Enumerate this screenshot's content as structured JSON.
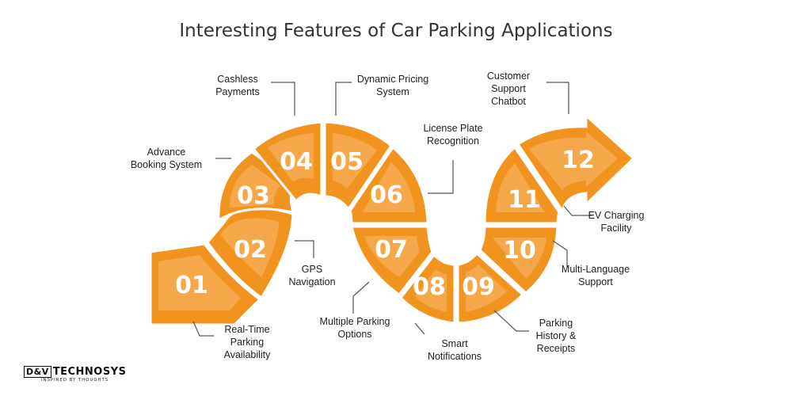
{
  "title": "Interesting Features of Car Parking Applications",
  "colors": {
    "primary": "#f0941f",
    "light": "#f6b15c",
    "text": "#222222"
  },
  "segments": [
    {
      "number": "01",
      "label": "Real-Time Parking Availability"
    },
    {
      "number": "02",
      "label": "GPS Navigation"
    },
    {
      "number": "03",
      "label": "Advance Booking System"
    },
    {
      "number": "04",
      "label": "Cashless Payments"
    },
    {
      "number": "05",
      "label": "Dynamic Pricing System"
    },
    {
      "number": "06",
      "label": "License Plate Recognition"
    },
    {
      "number": "07",
      "label": "Multiple Parking Options"
    },
    {
      "number": "08",
      "label": "Smart Notifications"
    },
    {
      "number": "09",
      "label": "Parking History & Receipts"
    },
    {
      "number": "10",
      "label": "Multi-Language Support"
    },
    {
      "number": "11",
      "label": "EV Charging Facility"
    },
    {
      "number": "12",
      "label": "Customer Support Chatbot"
    }
  ],
  "logo": {
    "brand": "TECHNOSYS",
    "badge": "D&V",
    "tagline": "INSPIRED BY THOUGHTS"
  }
}
